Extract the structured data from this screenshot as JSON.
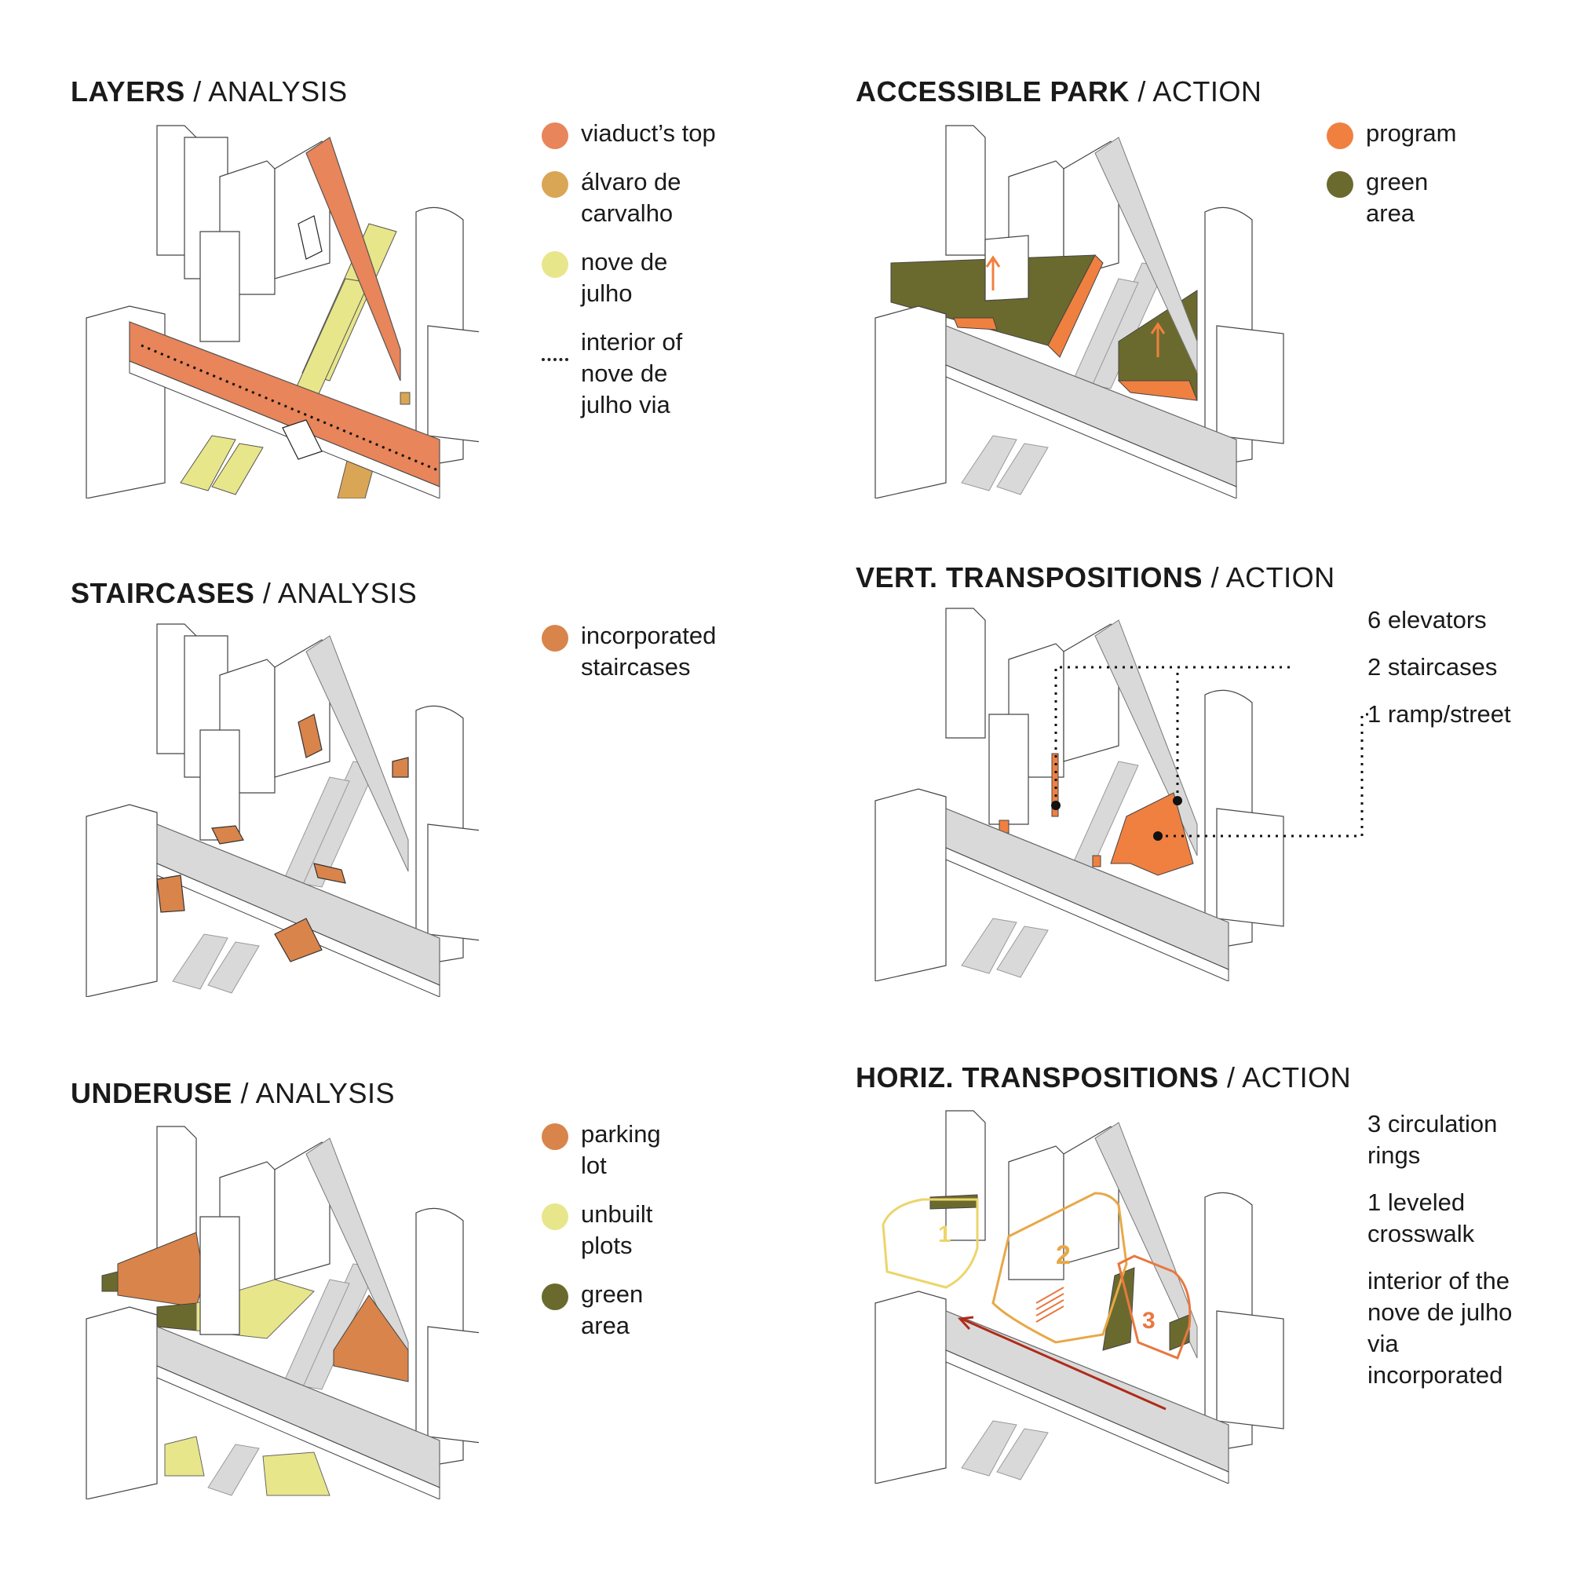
{
  "panels": {
    "layers": {
      "title_bold": "LAYERS",
      "title_rest": "/ ANALYSIS",
      "legend": [
        {
          "label": "viaduct’s top",
          "color": "#e8855a"
        },
        {
          "label": "álvaro de carvalho",
          "color": "#d9a655"
        },
        {
          "label": "nove de julho",
          "color": "#e8e68a"
        },
        {
          "label": "interior of nove de julho via",
          "style": "dotted-line"
        }
      ]
    },
    "park": {
      "title_bold": "ACCESSIBLE PARK",
      "title_rest": "/ ACTION",
      "legend": [
        {
          "label": "program",
          "color": "#f08040"
        },
        {
          "label": "green area",
          "color": "#6b6a2e"
        }
      ]
    },
    "staircases": {
      "title_bold": "STAIRCASES",
      "title_rest": "/ ANALYSIS",
      "legend": [
        {
          "label": "incorporated staircases",
          "color": "#d9844a"
        }
      ]
    },
    "vert": {
      "title_bold": "VERT. TRANSPOSITIONS",
      "title_rest": "/ ACTION",
      "notes": [
        "6 elevators",
        "2 staircases",
        "1 ramp/street"
      ]
    },
    "underuse": {
      "title_bold": "UNDERUSE",
      "title_rest": "/ ANALYSIS",
      "legend": [
        {
          "label": "parking lot",
          "color": "#d9844a"
        },
        {
          "label": "unbuilt plots",
          "color": "#e8e68a"
        },
        {
          "label": "green area",
          "color": "#6b6a2e"
        }
      ]
    },
    "horiz": {
      "title_bold": "HORIZ. TRANSPOSITIONS",
      "title_rest": "/ ACTION",
      "notes": [
        "3 circulation rings",
        "1 leveled crosswalk",
        "interior of the nove de julho via incorporated"
      ],
      "ring_labels": [
        "1",
        "2",
        "3"
      ]
    }
  },
  "colors": {
    "viaduct": "#e8855a",
    "alvaro": "#d9a655",
    "nove": "#e8e68a",
    "program": "#f08040",
    "green": "#6b6a2e",
    "stairs": "#d9844a",
    "road": "#d9d9d9",
    "ring1": "#ecd56a",
    "ring2": "#e8a848",
    "ring3": "#e87840",
    "arrow": "#b02a1a"
  }
}
